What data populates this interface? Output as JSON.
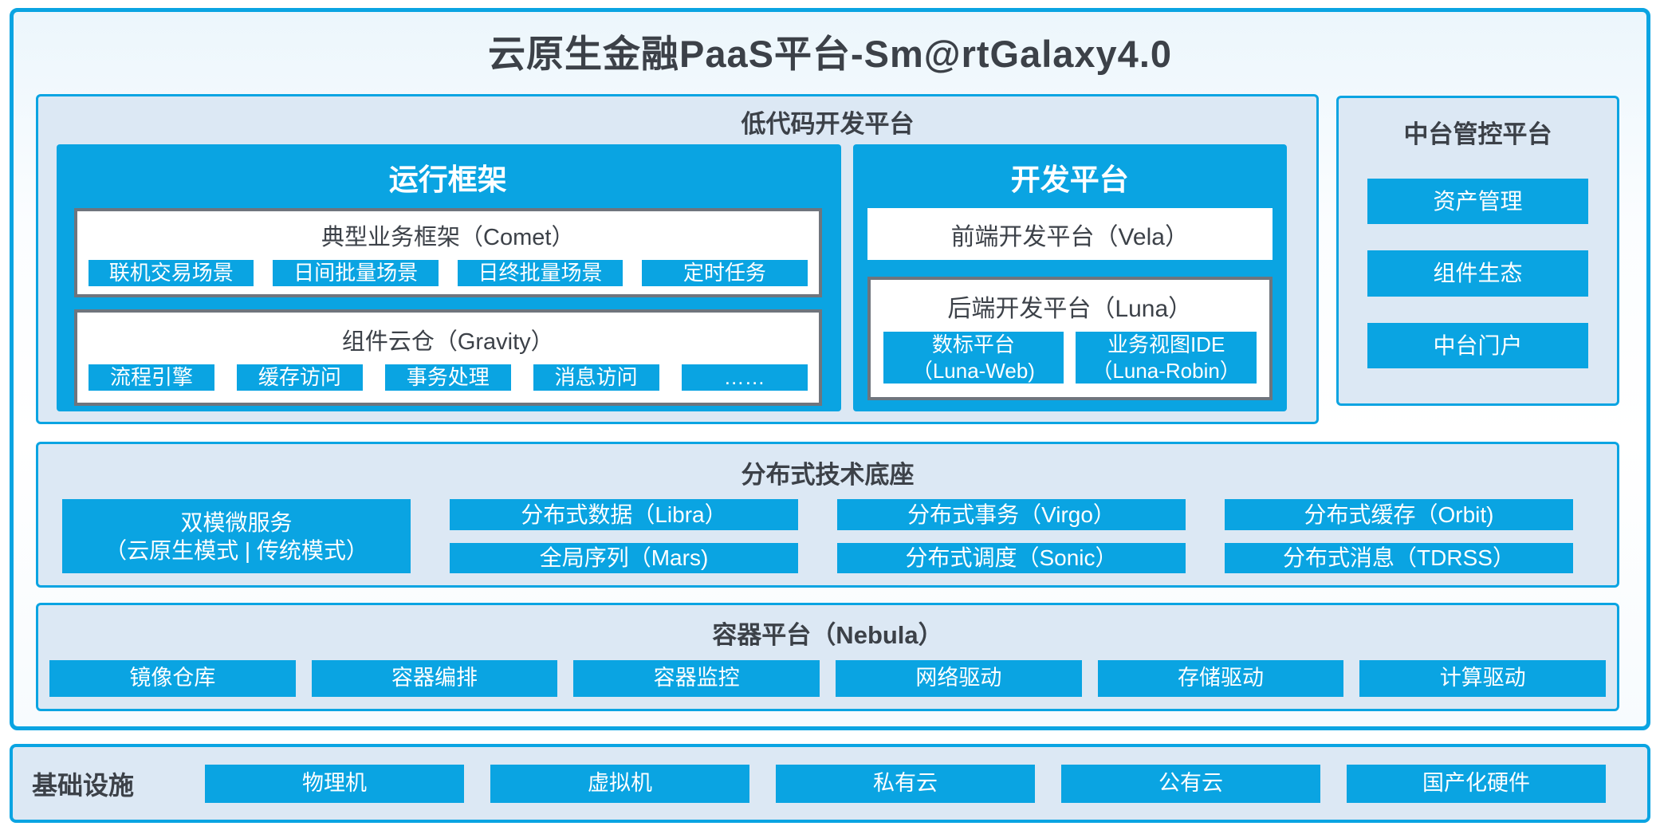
{
  "page": {
    "title": "云原生金融PaaS平台-Sm@rtGalaxy4.0"
  },
  "colors": {
    "accent_blue": "#0aa4e2",
    "panel_light_bg": "#dce8f4",
    "gray_border": "#6f757d",
    "dark_text": "#3c4148",
    "tile_text": "#ffffff"
  },
  "lowcode": {
    "title": "低代码开发平台",
    "runtime": {
      "title": "运行框架",
      "comet": {
        "title": "典型业务框架（Comet）",
        "items": [
          "联机交易场景",
          "日间批量场景",
          "日终批量场景",
          "定时任务"
        ]
      },
      "gravity": {
        "title": "组件云仓（Gravity）",
        "items": [
          "流程引擎",
          "缓存访问",
          "事务处理",
          "消息访问",
          "……"
        ]
      }
    },
    "dev": {
      "title": "开发平台",
      "vela": "前端开发平台（Vela）",
      "luna": {
        "title": "后端开发平台（Luna）",
        "items": [
          {
            "line1": "数标平台",
            "line2": "（Luna-Web)"
          },
          {
            "line1": "业务视图IDE",
            "line2": "（Luna-Robin）"
          }
        ]
      }
    }
  },
  "midplatform": {
    "title": "中台管控平台",
    "items": [
      "资产管理",
      "组件生态",
      "中台门户"
    ]
  },
  "distributed": {
    "title": "分布式技术底座",
    "dual_mode": {
      "line1": "双模微服务",
      "line2": "（云原生模式 | 传统模式）"
    },
    "columns": [
      {
        "rows": [
          "分布式数据（Libra）",
          "全局序列（Mars)"
        ]
      },
      {
        "rows": [
          "分布式事务（Virgo）",
          "分布式调度（Sonic）"
        ]
      },
      {
        "rows": [
          "分布式缓存（Orbit)",
          "分布式消息（TDRSS）"
        ]
      }
    ]
  },
  "container_platform": {
    "title": "容器平台（Nebula）",
    "items": [
      "镜像仓库",
      "容器编排",
      "容器监控",
      "网络驱动",
      "存储驱动",
      "计算驱动"
    ]
  },
  "infrastructure": {
    "label": "基础设施",
    "items": [
      "物理机",
      "虚拟机",
      "私有云",
      "公有云",
      "国产化硬件"
    ]
  }
}
